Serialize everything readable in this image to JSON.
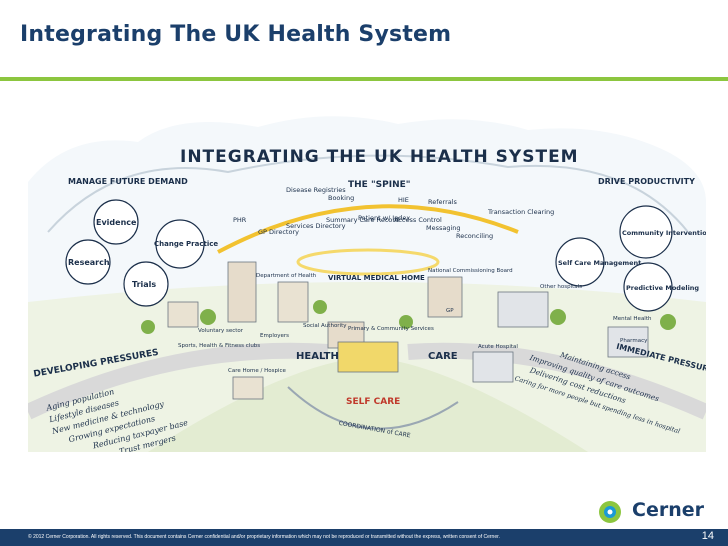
{
  "header": {
    "title": "Integrating The UK Health System"
  },
  "illustration": {
    "heading": "INTEGRATING THE UK HEALTH SYSTEM",
    "spine": "THE \"SPINE\"",
    "spine_items": [
      "PHR",
      "Disease Registries",
      "Booking",
      "HIE",
      "Referrals",
      "Transaction Clearing",
      "GP Directory",
      "Services Directory",
      "Summary Care Record",
      "Patient w/ Index",
      "Access Control",
      "Messaging",
      "Reconciling"
    ],
    "virtual_home": "VIRTUAL MEDICAL HOME",
    "left_top": {
      "title": "MANAGE FUTURE DEMAND",
      "bubbles": [
        "Evidence",
        "Change Practice",
        "Research",
        "Trials"
      ]
    },
    "right_top": {
      "title": "DRIVE PRODUCTIVITY",
      "bubbles": [
        "Community Intervention",
        "Self Care Management",
        "Predictive Modeling"
      ]
    },
    "places": [
      "Department of Health",
      "National Commissioning Board",
      "Other hospitals",
      "Voluntary sector",
      "Employers",
      "Social Authority",
      "Primary & Community Services",
      "GP",
      "Mental Health",
      "Sports, Health & Fitness clubs",
      "Pharmacy",
      "Acute Hospital",
      "Care Home / Hospice"
    ],
    "road_labels": [
      "HEALTH",
      "CARE"
    ],
    "self_care": "SELF CARE",
    "coordination": "COORDINATION of CARE",
    "developing": {
      "title": "DEVELOPING PRESSURES",
      "items": [
        "Aging population",
        "Lifestyle diseases",
        "New medicine & technology",
        "Growing expectations",
        "Reducing taxpayer base",
        "Trust mergers"
      ]
    },
    "immediate": {
      "title": "IMMEDIATE PRESSURES",
      "items": [
        "Maintaining access",
        "Improving quality of care outcomes",
        "Delivering cost reductions",
        "Caring for more people but spending less in hospital"
      ]
    }
  },
  "footer": {
    "copyright": "© 2012 Cerner Corporation. All rights reserved. This document contains Cerner confidential and/or proprietary information which may not be reproduced or transmitted without the express, written consent of Cerner.",
    "page_number": "14"
  },
  "logo": {
    "text": "Cerner"
  },
  "colors": {
    "title": "#1b3f6b",
    "accent": "#8cc63f",
    "footer": "#1b3f6b"
  }
}
